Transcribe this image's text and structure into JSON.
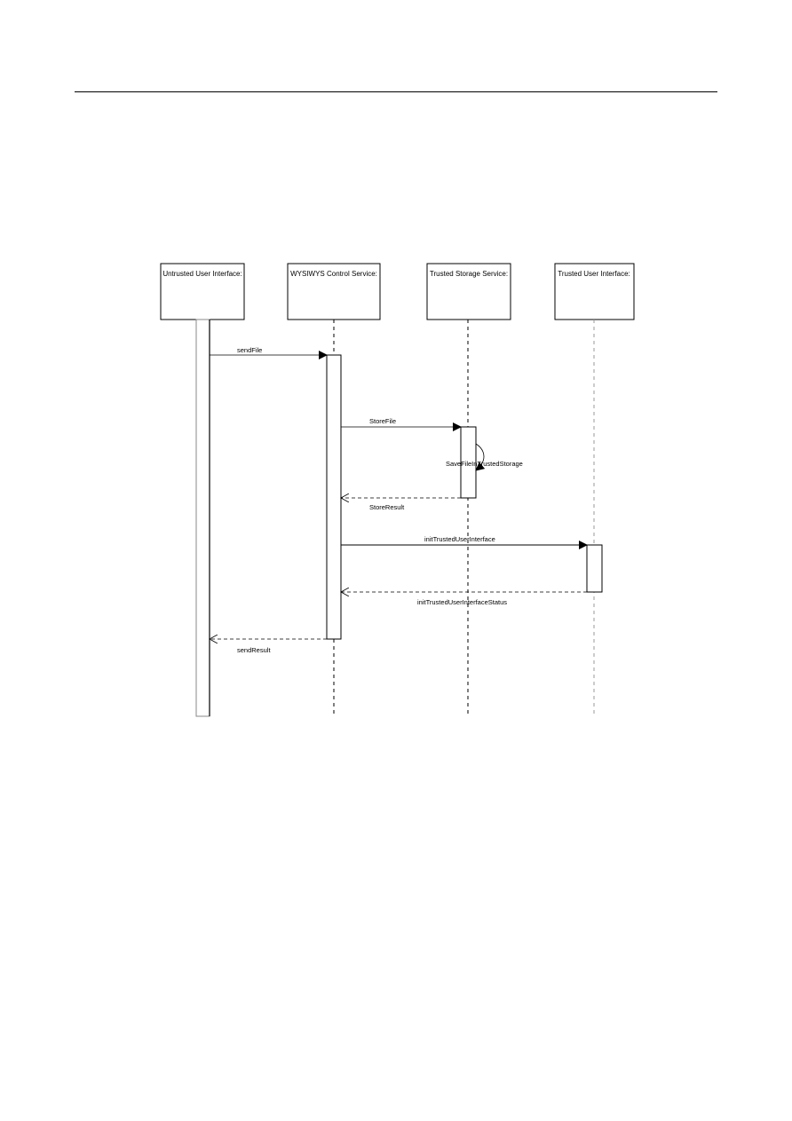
{
  "diagram": {
    "participants": [
      {
        "id": "untrusted_ui",
        "label": "Untrusted User Interface:"
      },
      {
        "id": "control_service",
        "label": "WYSIWYS Control Service:"
      },
      {
        "id": "storage_service",
        "label": "Trusted Storage Service:"
      },
      {
        "id": "trusted_ui",
        "label": "Trusted User Interface:"
      }
    ],
    "messages": [
      {
        "label": "sendFile",
        "from": "untrusted_ui",
        "to": "control_service",
        "kind": "sync"
      },
      {
        "label": "StoreFile",
        "from": "control_service",
        "to": "storage_service",
        "kind": "sync"
      },
      {
        "label": "SaveFileInTrustedStorage",
        "from": "storage_service",
        "to": "storage_service",
        "kind": "self"
      },
      {
        "label": "StoreResult",
        "from": "storage_service",
        "to": "control_service",
        "kind": "return"
      },
      {
        "label": "initTrustedUserInterface",
        "from": "control_service",
        "to": "trusted_ui",
        "kind": "sync"
      },
      {
        "label": "initTrustedUserInterfaceStatus",
        "from": "trusted_ui",
        "to": "control_service",
        "kind": "return"
      },
      {
        "label": "sendResult",
        "from": "control_service",
        "to": "untrusted_ui",
        "kind": "return"
      }
    ]
  }
}
